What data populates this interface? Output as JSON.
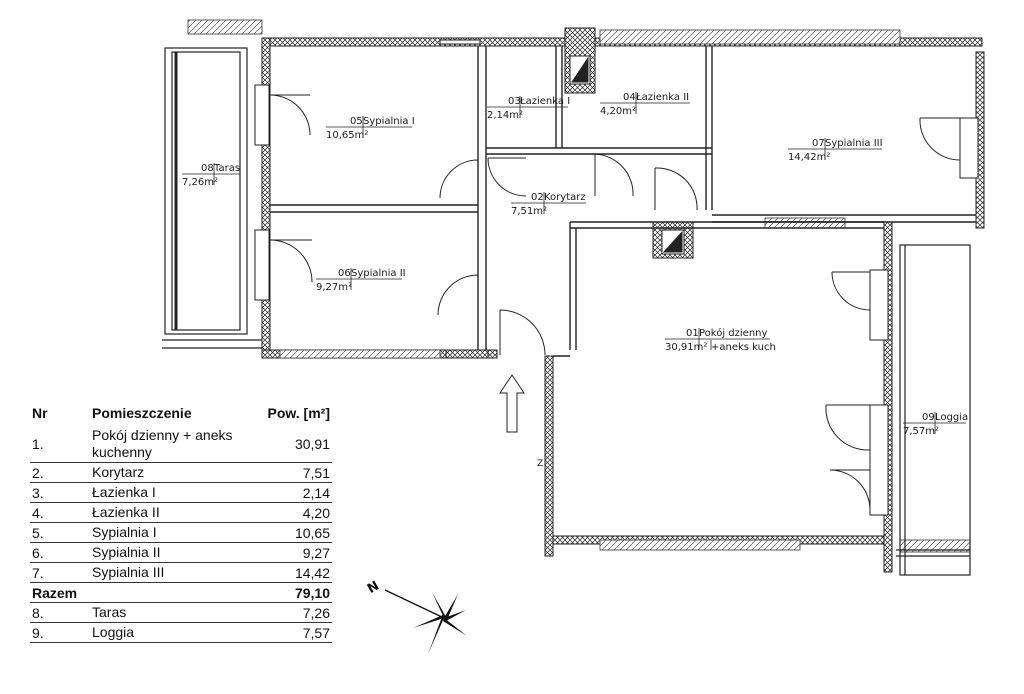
{
  "rooms": [
    {
      "id": "01",
      "name": "Pokój  dzienny",
      "area": "30,91m²",
      "note": "+aneks  kuch"
    },
    {
      "id": "02",
      "name": "Korytarz",
      "area": "7,51m²"
    },
    {
      "id": "03",
      "name": "Łazienka  I",
      "area": "2,14m²"
    },
    {
      "id": "04",
      "name": "Łazienka  II",
      "area": "4,20m²"
    },
    {
      "id": "05",
      "name": "Sypialnia  I",
      "area": "10,65m²"
    },
    {
      "id": "06",
      "name": "Sypialnia  II",
      "area": "9,27m²"
    },
    {
      "id": "07",
      "name": "Sypialnia  III",
      "area": "14,42m²"
    },
    {
      "id": "08",
      "name": "Taras",
      "area": "7,26m²"
    },
    {
      "id": "09",
      "name": "Loggia",
      "area": "7,57m²"
    }
  ],
  "entrance_mark": "Z",
  "compass_label": "N",
  "table": {
    "headers": [
      "Nr",
      "Pomieszczenie",
      "Pow. [m²]"
    ],
    "rows": [
      {
        "nr": "1.",
        "name": "Pokój dzienny + aneks kuchenny",
        "area": "30,91"
      },
      {
        "nr": "2.",
        "name": "Korytarz",
        "area": "7,51"
      },
      {
        "nr": "3.",
        "name": "Łazienka I",
        "area": "2,14"
      },
      {
        "nr": "4.",
        "name": "Łazienka II",
        "area": "4,20"
      },
      {
        "nr": "5.",
        "name": "Sypialnia I",
        "area": "10,65"
      },
      {
        "nr": "6.",
        "name": "Sypialnia II",
        "area": "9,27"
      },
      {
        "nr": "7.",
        "name": "Sypialnia III",
        "area": "14,42"
      }
    ],
    "total": {
      "label": "Razem",
      "area": "79,10"
    },
    "extra_rows": [
      {
        "nr": "8.",
        "name": "Taras",
        "area": "7,26"
      },
      {
        "nr": "9.",
        "name": "Loggia",
        "area": "7,57"
      }
    ]
  }
}
